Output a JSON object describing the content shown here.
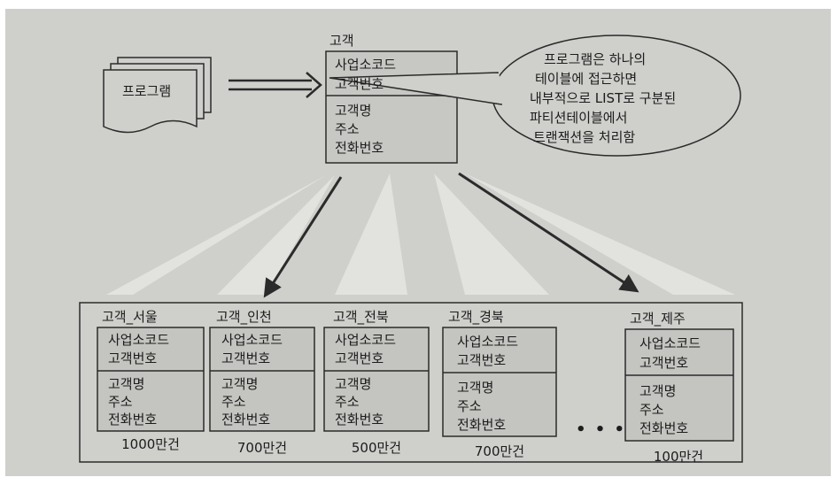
{
  "program": {
    "label": "프로그램"
  },
  "main_table": {
    "title": "고객",
    "keys": [
      "사업소코드",
      "고객번호"
    ],
    "attributes": [
      "고객명",
      "주소",
      "전화번호"
    ]
  },
  "callout": {
    "lines": [
      "프로그램은 하나의",
      "테이블에 접근하면",
      "내부적으로 LIST로 구분된",
      "파티션테이블에서",
      "트랜잭션을 처리함"
    ]
  },
  "partitions": [
    {
      "name": "고객_서울",
      "count": "1000만건"
    },
    {
      "name": "고객_인천",
      "count": "700만건"
    },
    {
      "name": "고객_전북",
      "count": "500만건"
    },
    {
      "name": "고객_경북",
      "count": "700만건"
    },
    {
      "name": "고객_제주",
      "count": "100만건"
    }
  ],
  "partition_keys": [
    "사업소코드",
    "고객번호"
  ],
  "partition_attributes": [
    "고객명",
    "주소",
    "전화번호"
  ],
  "ellipsis": "• • •"
}
